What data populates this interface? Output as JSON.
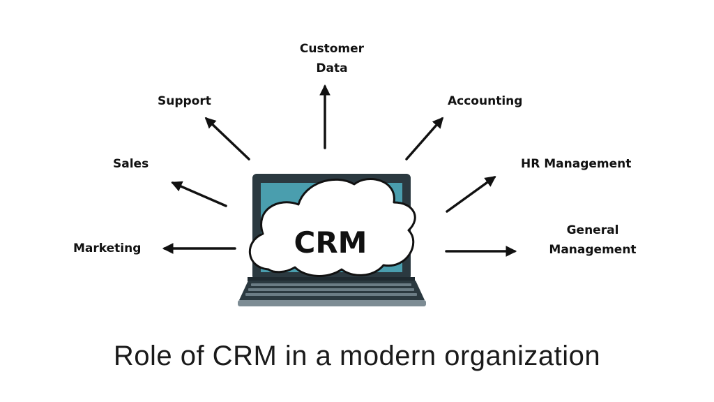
{
  "center_label": "CRM",
  "caption": "Role of CRM in a modern organization",
  "nodes": {
    "customer_data": "Customer\nData",
    "support": "Support",
    "accounting": "Accounting",
    "sales": "Sales",
    "hr_management": "HR Management",
    "marketing": "Marketing",
    "general_management": "General\nManagement"
  },
  "colors": {
    "screen": "#4a9eae",
    "laptop_body": "#2b3940",
    "keyboard_key": "#6b7c85",
    "arrow": "#111111",
    "cloud": "#ffffff"
  }
}
